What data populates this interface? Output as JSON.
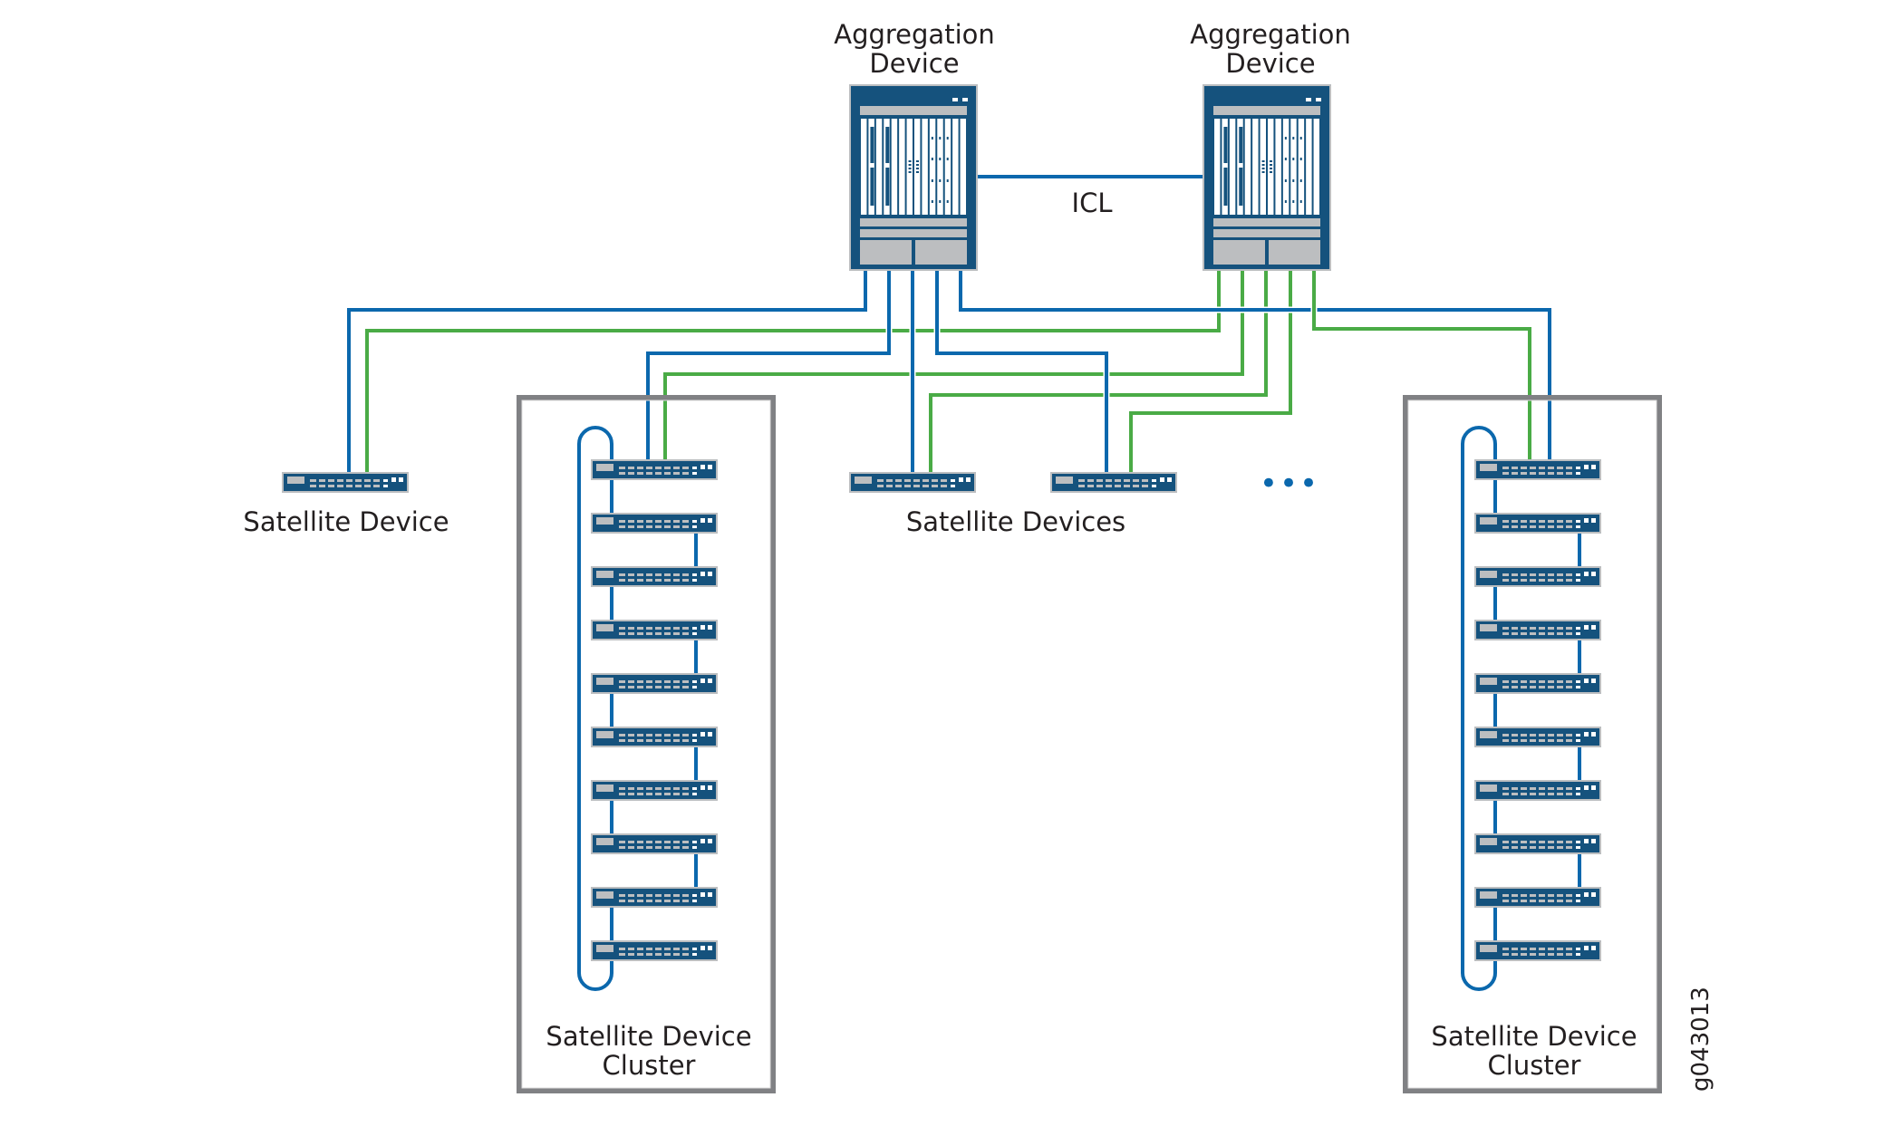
{
  "diagram": {
    "aggregation_devices": [
      {
        "id": "agg1",
        "label_line1": "Aggregation",
        "label_line2": "Device"
      },
      {
        "id": "agg2",
        "label_line1": "Aggregation",
        "label_line2": "Device"
      }
    ],
    "icl_label": "ICL",
    "standalone_satellite_label": "Satellite Device",
    "satellite_devices_label": "Satellite Devices",
    "clusters": [
      {
        "id": "cluster1",
        "label_line1": "Satellite Device",
        "label_line2": "Cluster",
        "member_count": 10
      },
      {
        "id": "cluster2",
        "label_line1": "Satellite Device",
        "label_line2": "Cluster",
        "member_count": 10
      }
    ],
    "ellipsis": "•••",
    "figure_id": "g043013",
    "links": [
      {
        "from": "agg1",
        "to": "satellite-left",
        "color": "blue"
      },
      {
        "from": "agg2",
        "to": "satellite-left",
        "color": "green"
      },
      {
        "from": "agg1",
        "to": "cluster1",
        "color": "blue"
      },
      {
        "from": "agg2",
        "to": "cluster1",
        "color": "green"
      },
      {
        "from": "agg1",
        "to": "satellite-mid-1",
        "color": "blue"
      },
      {
        "from": "agg2",
        "to": "satellite-mid-1",
        "color": "green"
      },
      {
        "from": "agg1",
        "to": "satellite-mid-2",
        "color": "blue"
      },
      {
        "from": "agg2",
        "to": "satellite-mid-2",
        "color": "green"
      },
      {
        "from": "agg1",
        "to": "cluster2",
        "color": "blue"
      },
      {
        "from": "agg2",
        "to": "cluster2",
        "color": "green"
      },
      {
        "from": "agg1",
        "to": "agg2",
        "color": "blue",
        "label": "ICL"
      }
    ],
    "colors": {
      "blue_link": "#0b68ad",
      "green_link": "#4aab46",
      "device_body": "#15527d",
      "device_panel": "#bcbec0",
      "box_border": "#808184",
      "text": "#231f20"
    }
  }
}
